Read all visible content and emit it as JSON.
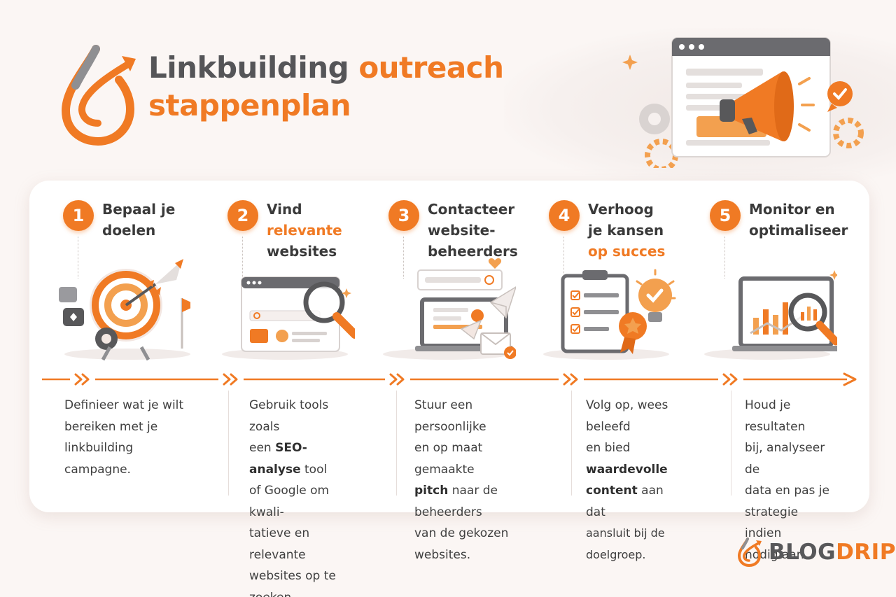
{
  "header": {
    "title_part1": "Linkbuilding",
    "title_part2": "outreach",
    "title_line2": "stappenplan"
  },
  "colors": {
    "accent": "#f07a24",
    "dark_text": "#3a3a3a",
    "grey": "#555558",
    "background": "#fbf6f4"
  },
  "steps": [
    {
      "number": "1",
      "title_a": "Bepaal je",
      "title_b": "doelen",
      "icon": "target-rocket-icon",
      "desc_1": "Definieer wat je wilt",
      "desc_2": "bereiken met je",
      "desc_3": "linkbuilding campagne."
    },
    {
      "number": "2",
      "title_a": "Vind",
      "title_b": "relevante",
      "title_c": "websites",
      "icon": "browser-magnifier-icon",
      "desc_1": "Gebruik tools zoals",
      "desc_2a": "een ",
      "desc_2b": "SEO-analyse",
      "desc_2c": " tool",
      "desc_3": "of Google om kwali-",
      "desc_4": "tatieve en relevante",
      "desc_5": "websites op te zoeken."
    },
    {
      "number": "3",
      "title_a": "Contacteer",
      "title_b": "website-",
      "title_c": "beheerders",
      "icon": "laptop-mail-icon",
      "desc_1": "Stuur een persoonlijke",
      "desc_2": "en op maat gemaakte",
      "desc_3a": "pitch",
      "desc_3b": " naar de beheerders",
      "desc_4": "van de gekozen",
      "desc_5": "websites."
    },
    {
      "number": "4",
      "title_a": "Verhoog",
      "title_b": "je kansen",
      "title_c": "op succes",
      "icon": "checklist-badge-bulb-icon",
      "desc_1": "Volg op, wees beleefd",
      "desc_2a": "en bied ",
      "desc_2b": "waardevolle",
      "desc_3a": "content",
      "desc_3b": " aan dat",
      "desc_4": "aansluit bij de doelgroep."
    },
    {
      "number": "5",
      "title_a": "Monitor en",
      "title_b": "optimaliseer",
      "icon": "monitor-chart-icon",
      "desc_1": "Houd je resultaten",
      "desc_2": "bij, analyseer de",
      "desc_3": "data en pas je",
      "desc_4": "strategie indien",
      "desc_5": "nodig aan."
    }
  ],
  "brand": {
    "name_part1": "BLOG",
    "name_part2": "DRIP"
  }
}
